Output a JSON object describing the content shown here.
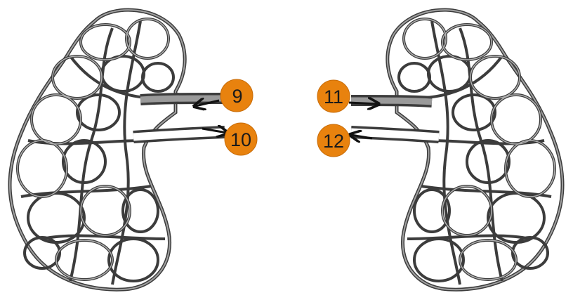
{
  "colors": {
    "badge_fill": "#E8820E",
    "badge_stroke": "#C86C08",
    "vessel_outline": "#3c3c3c",
    "vessel_fill": "#9a9a9a",
    "arrow": "#111111",
    "background": "#ffffff"
  },
  "markers": [
    {
      "id": "9",
      "label": "9",
      "arrow_direction": "left"
    },
    {
      "id": "10",
      "label": "10",
      "arrow_direction": "right"
    },
    {
      "id": "11",
      "label": "11",
      "arrow_direction": "right"
    },
    {
      "id": "12",
      "label": "12",
      "arrow_direction": "left"
    }
  ]
}
